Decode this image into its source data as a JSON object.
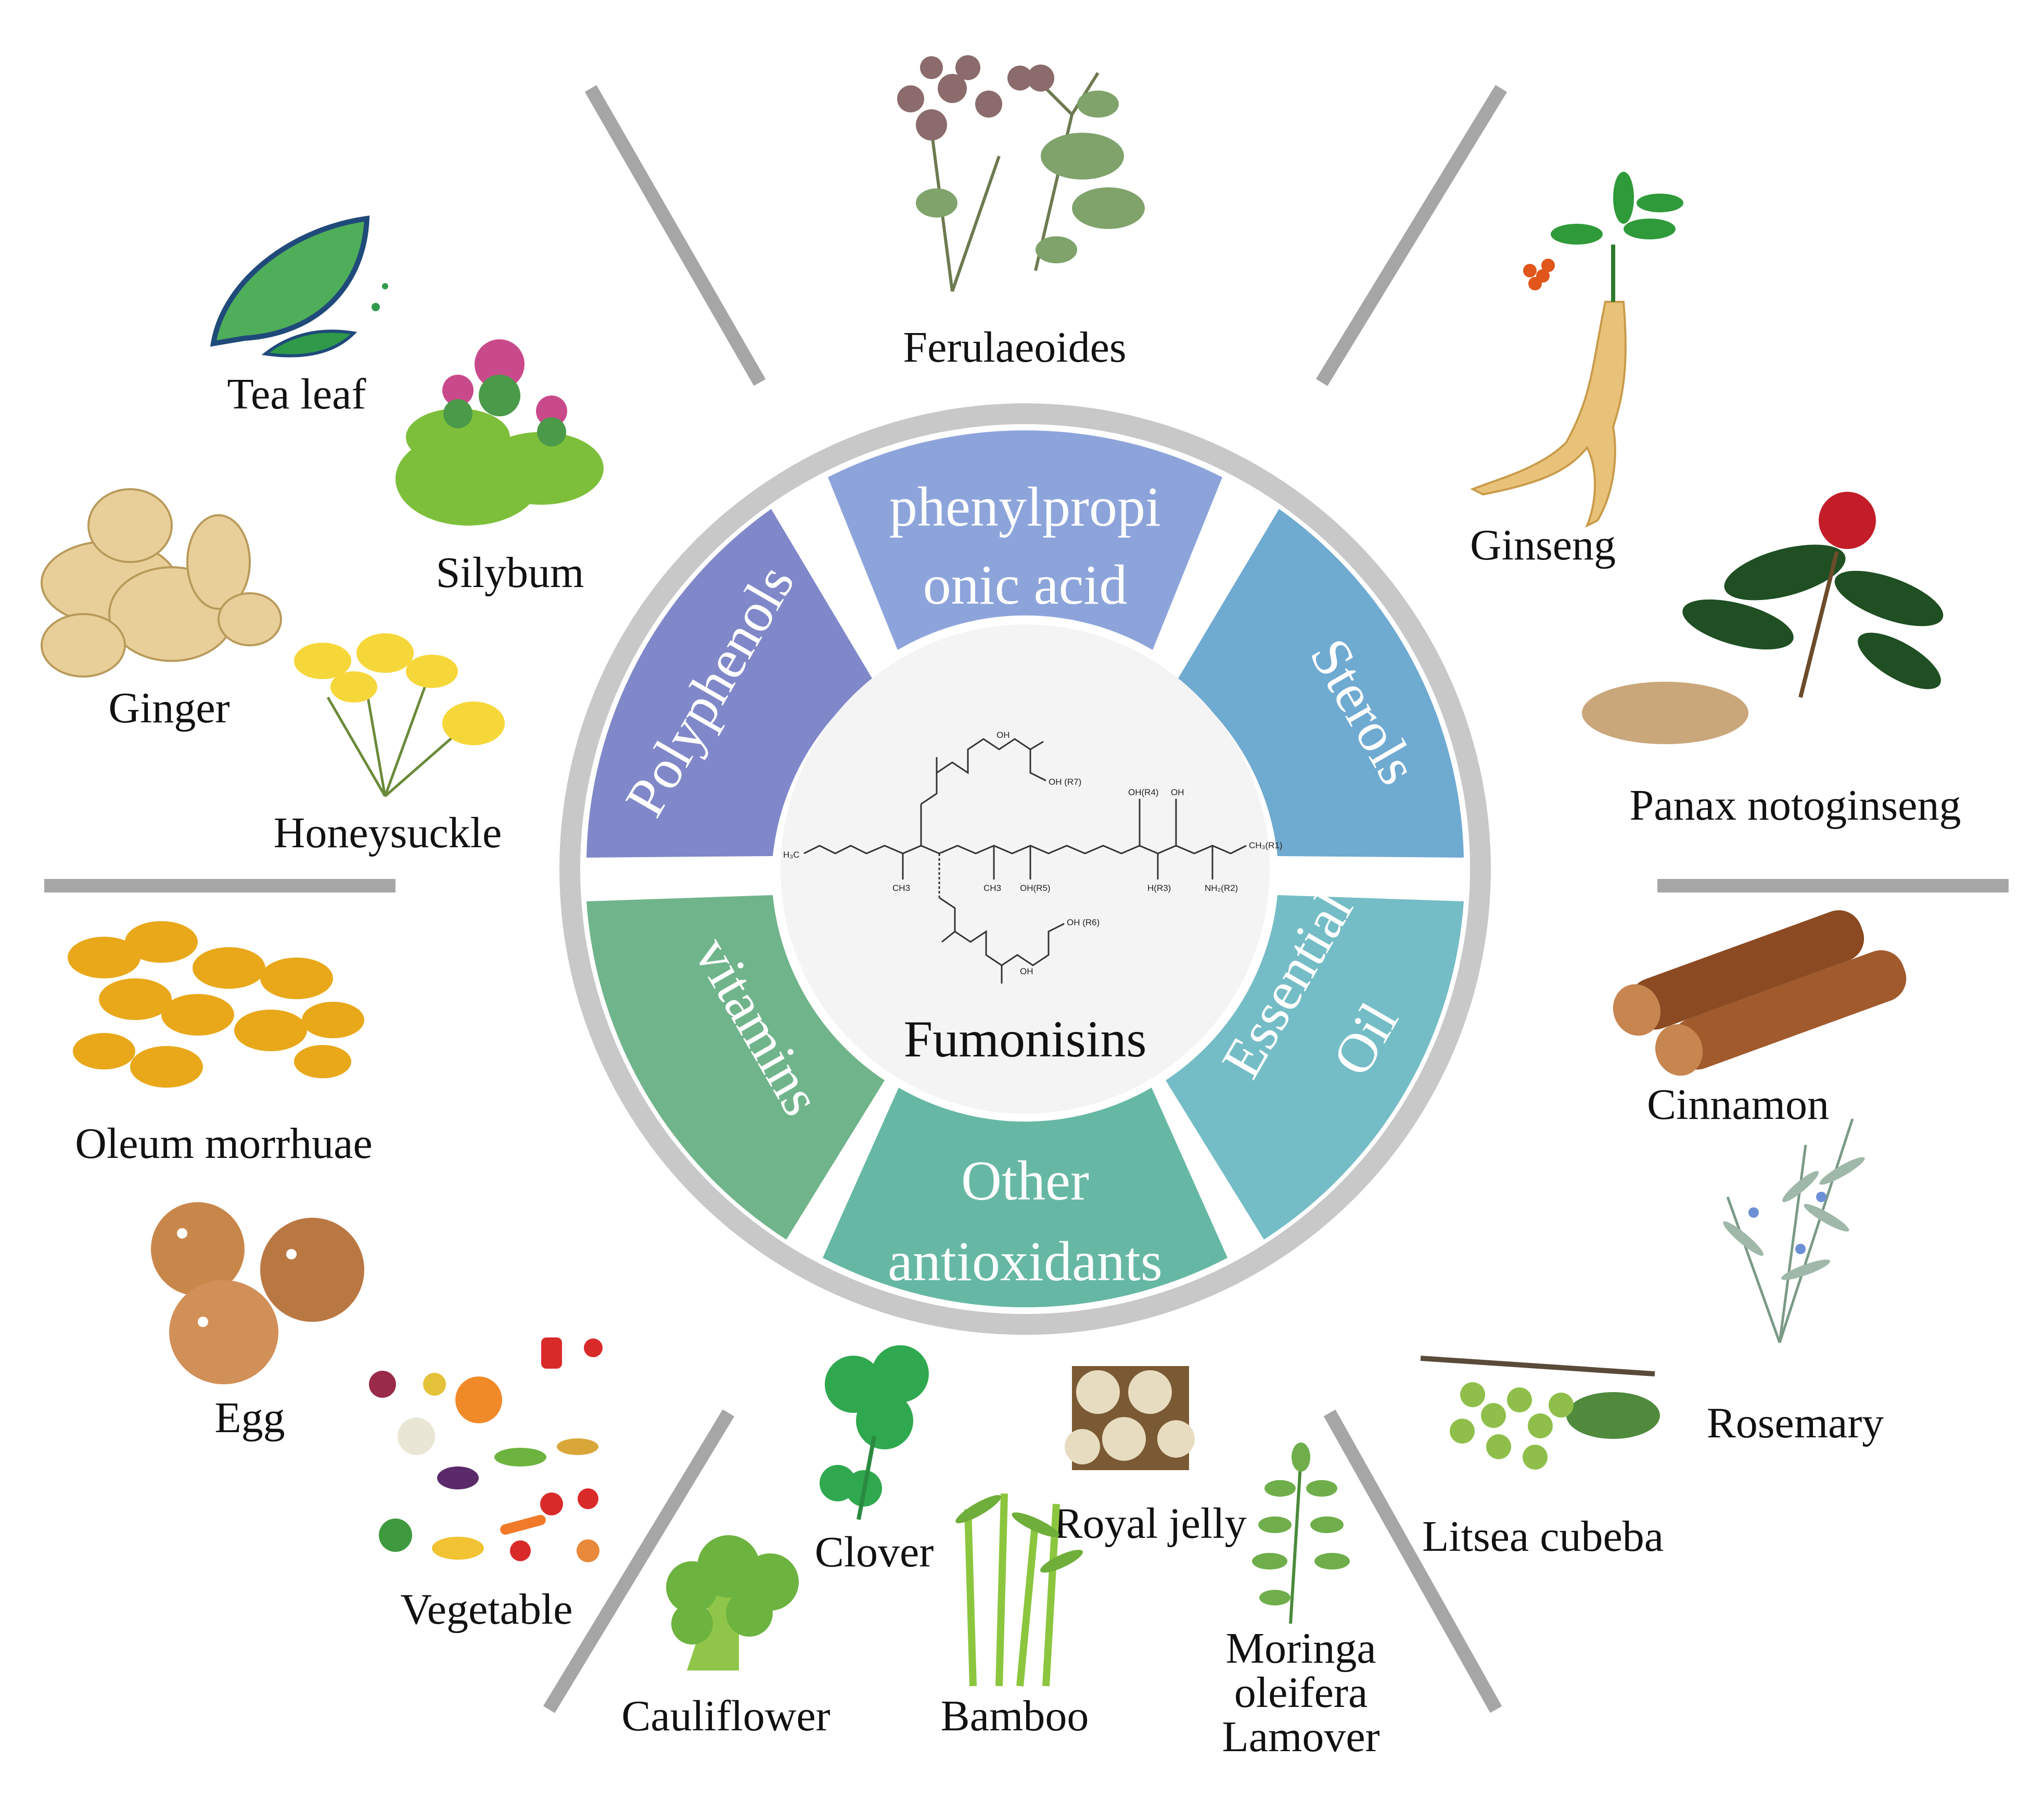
{
  "center": {
    "title": "Fumonisins",
    "chem": {
      "h3c": "H₃C",
      "ch3_a": "CH3",
      "ch3_b": "CH3",
      "oh_r5": "OH(R5)",
      "oh_r4": "OH(R4)",
      "oh": "OH",
      "ch3_r1": "CH₃(R1)",
      "h_r3": "H(R3)",
      "nh2_r2": "NH₂(R2)",
      "oh_r7": "OH (R7)",
      "oh_r6": "OH (R6)",
      "oh_top": "OH",
      "oh_bottom": "OH"
    }
  },
  "segments": {
    "phenylpropionic": {
      "line1": "phenylpropi",
      "line2": "onic acid",
      "color": "#8DA4DB"
    },
    "sterols": {
      "text": "Sterols",
      "color": "#6FAAD1"
    },
    "essential_oil": {
      "line1": "Essential",
      "line2": "Oil",
      "color": "#75BDC6"
    },
    "other_antioxidants": {
      "line1": "Other",
      "line2": "antioxidants",
      "color": "#66B8A4"
    },
    "vitamins": {
      "text": "vitamins",
      "color": "#70B48B"
    },
    "polyphenols": {
      "text": "Polyphenols",
      "color": "#8088C9"
    }
  },
  "labels": {
    "ferulaeoides": "Ferulaeoides",
    "ginseng": "Ginseng",
    "panax": "Panax notoginseng",
    "cinnamon": "Cinnamon",
    "rosemary": "Rosemary",
    "litsea": "Litsea cubeba",
    "royal_jelly": "Royal jelly",
    "moringa_1": "Moringa",
    "moringa_2": "oleifera",
    "moringa_3": "Lamover",
    "bamboo": "Bamboo",
    "clover": "Clover",
    "cauliflower": "Cauliflower",
    "vegetable": "Vegetable",
    "egg": "Egg",
    "oleum": "Oleum morrhuae",
    "honeysuckle": "Honeysuckle",
    "ginger": "Ginger",
    "silybum": "Silybum",
    "tea_leaf": "Tea leaf"
  }
}
